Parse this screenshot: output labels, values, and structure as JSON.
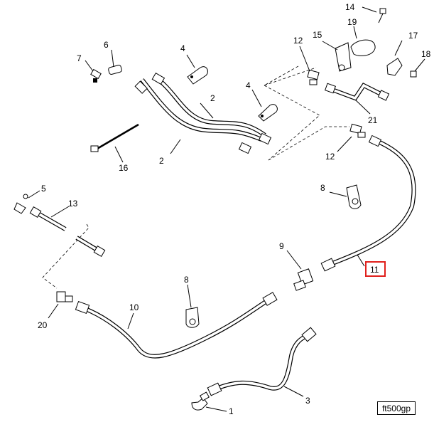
{
  "diagram": {
    "reference_code": "ft500gp",
    "highlighted_callout": "11",
    "highlight_color": "#e0201c",
    "callouts": {
      "c1": "1",
      "c2a": "2",
      "c2b": "2",
      "c3": "3",
      "c4a": "4",
      "c4b": "4",
      "c5": "5",
      "c6": "6",
      "c7": "7",
      "c8a": "8",
      "c8b": "8",
      "c9": "9",
      "c10": "10",
      "c11": "11",
      "c12a": "12",
      "c12b": "12",
      "c13": "13",
      "c14": "14",
      "c15": "15",
      "c16": "16",
      "c17": "17",
      "c18": "18",
      "c19": "19",
      "c20": "20",
      "c21": "21"
    }
  }
}
